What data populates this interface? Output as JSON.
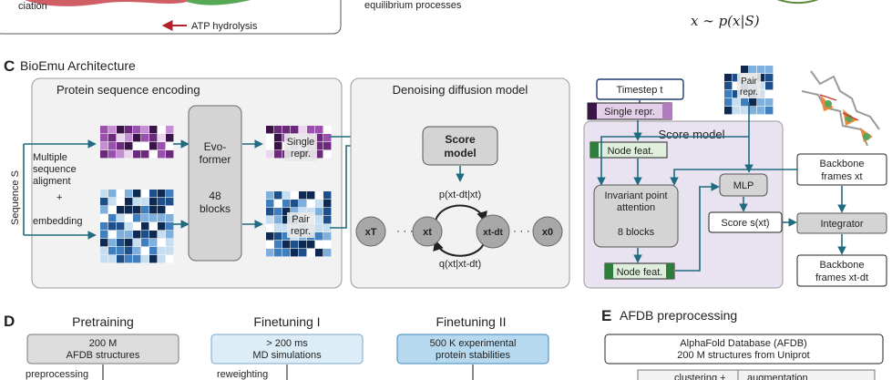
{
  "top": {
    "partial_text": "ciation",
    "atp_label": "ATP hydrolysis",
    "equilibrium_text": "equilibrium processes",
    "formula": "x ∼ p(x|S)"
  },
  "section_c": {
    "letter": "C",
    "title": "BioEmu Architecture",
    "encoding_title": "Protein sequence encoding",
    "sequence_label": "Sequence S",
    "msa_label_lines": [
      "Multiple",
      "sequence",
      "aligment"
    ],
    "plus": "+",
    "embedding_label": "embedding",
    "evoformer_lines": [
      "Evo-",
      "former"
    ],
    "evoformer_blocks_lines": [
      "48",
      "blocks"
    ],
    "single_repr_lines": [
      "Single",
      "repr."
    ],
    "pair_repr_lines": [
      "Pair",
      "repr."
    ],
    "denoising_title": "Denoising diffusion model",
    "score_model_lines": [
      "Score",
      "model"
    ],
    "p_label": "p(xt-dt|xt)",
    "q_label": "q(xt|xt-dt)",
    "chain_nodes": [
      "xT",
      "xt",
      "xt-dt",
      "x0"
    ],
    "timestep_label": "Timestep t",
    "single_repr_bar": "Single repr.",
    "pair_repr_small": [
      "Pair",
      "repr."
    ],
    "score_panel_title": "Score model",
    "node_feat": "Node feat.",
    "ipa_lines": [
      "Invariant point",
      "attention"
    ],
    "ipa_blocks": "8 blocks",
    "mlp": "MLP",
    "score_s": "Score s(xt)",
    "integrator": "Integrator",
    "backbone_in": [
      "Backbone",
      "frames xt"
    ],
    "backbone_out": [
      "Backbone",
      "frames xt-dt"
    ]
  },
  "section_d": {
    "letter": "D",
    "stages": [
      {
        "title": "Pretraining",
        "box_lines": [
          "200 M",
          "AFDB structures"
        ],
        "sub": "preprocessing"
      },
      {
        "title": "Finetuning I",
        "box_lines": [
          "> 200 ms",
          "MD simulations"
        ],
        "sub": "reweighting"
      },
      {
        "title": "Finetuning II",
        "box_lines": [
          "500 K experimental",
          "protein stabilities"
        ],
        "sub": ""
      }
    ]
  },
  "section_e": {
    "letter": "E",
    "title": "AFDB preprocessing",
    "box_lines": [
      "AlphaFold Database (AFDB)",
      "200 M structures from Uniprot"
    ],
    "sub_left": "clustering +",
    "sub_right": "augmentation"
  },
  "colors": {
    "teal": "#1f6b80",
    "purple": "#7a2f86",
    "navy": "#1d3a6b",
    "red": "#b0232a",
    "score_panel": "#e9e3f1",
    "green": "#2f7d3a"
  }
}
